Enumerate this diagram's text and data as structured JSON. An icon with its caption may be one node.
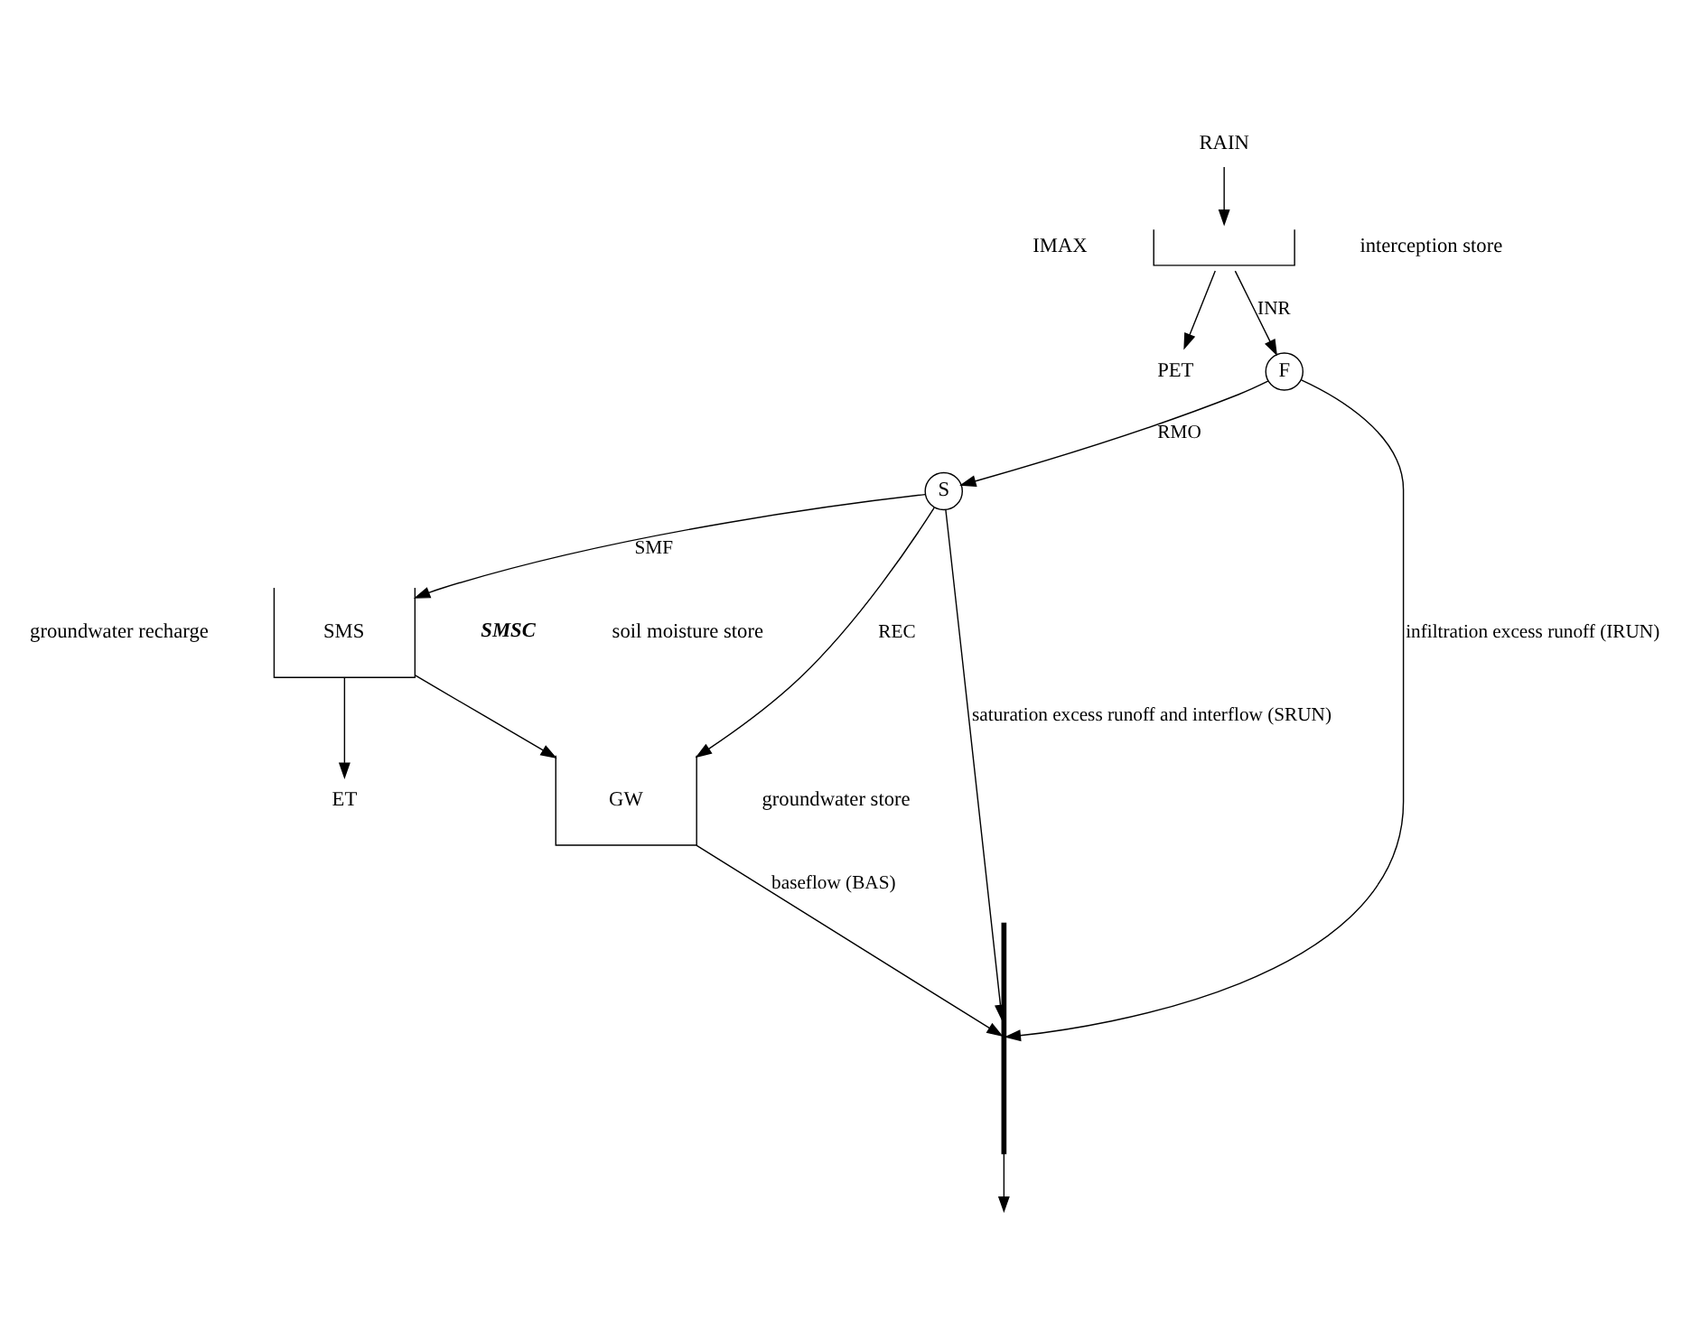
{
  "diagram": {
    "nodes": [
      {
        "text": [
          "RAIN"
        ]
      },
      {
        "text": [
          "PET"
        ]
      },
      {
        "text": [],
        "shape": "box",
        "beside": [
          "IMAX",
          "interception store"
        ]
      },
      {
        "text": [
          "F"
        ]
      },
      {
        "text": [
          "S"
        ]
      },
      {
        "text": [
          "SMS"
        ],
        "beside": [
          "SMSC",
          "soil moisture store"
        ]
      },
      {
        "text": [
          "ET"
        ]
      },
      {
        "text": [
          "GW"
        ],
        "beside": [
          "groundwater store"
        ]
      },
      {
        "text": [],
        "shape": "bar"
      }
    ],
    "edges": [
      {
        "from": 0,
        "to": 2,
        "arrow": "to"
      },
      {
        "from": 2,
        "to": 1,
        "arrow": "to"
      },
      {
        "from": 2,
        "to": 3,
        "arrow": "to",
        "label": "INR"
      },
      {
        "from": 3,
        "to": 4,
        "arrow": "to",
        "label": "RMO"
      },
      {
        "from": 3,
        "to": 8,
        "arrow": "to",
        "label": "infiltration excess runoff (IRUN)"
      },
      {
        "from": 4,
        "to": 8,
        "arrow": "to",
        "label": "saturation excess runoff and interflow (SRUN)"
      },
      {
        "from": 4,
        "to": 7,
        "arrow": "to",
        "label": "REC"
      },
      {
        "from": 4,
        "to": 5,
        "arrow": "to",
        "label": "SMF"
      },
      {
        "from": 5,
        "to": 6,
        "arrow": "to"
      },
      {
        "from": 5,
        "to": 7,
        "arrow": "to"
      },
      {
        "from": 7,
        "to": 8,
        "arrow": "to",
        "label": "baseflow (BAS)"
      },
      {
        "from": 8,
        "to": null,
        "arrow": "to"
      }
    ],
    "labels": [
      "groundwater recharge"
    ]
  }
}
